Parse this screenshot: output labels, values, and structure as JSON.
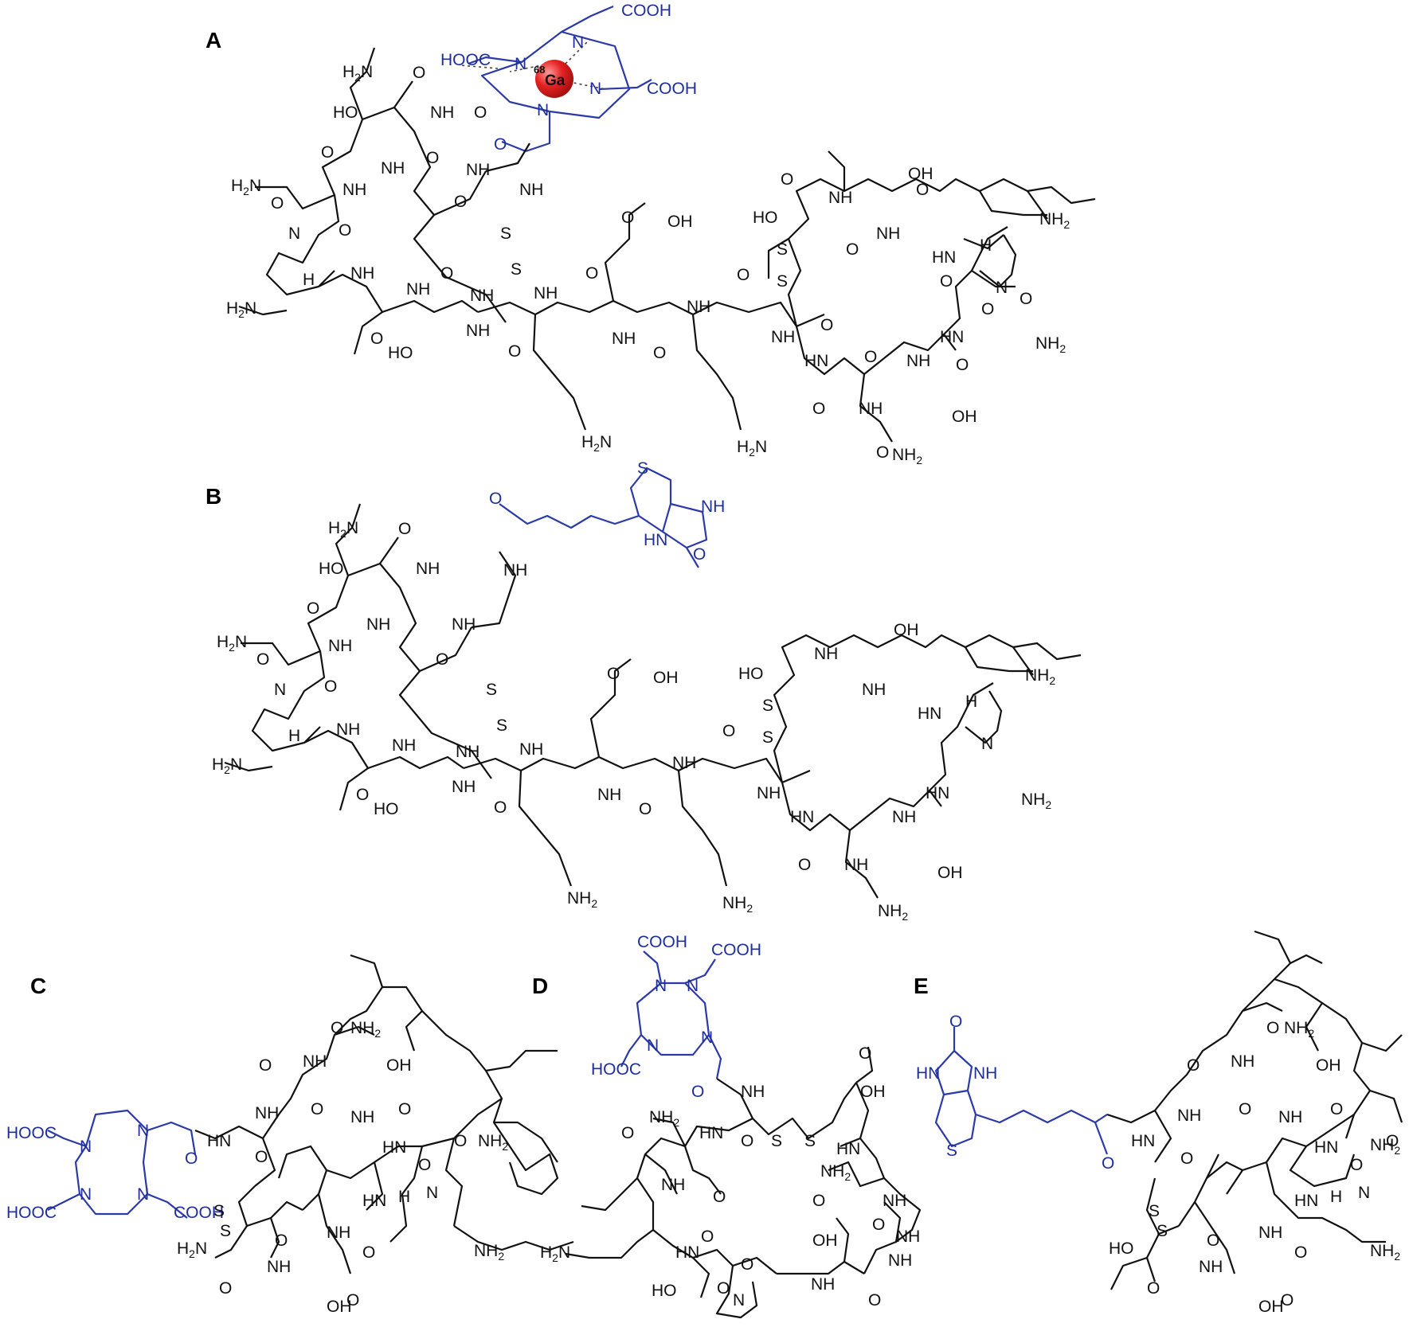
{
  "panels": [
    {
      "label": "A"
    },
    {
      "label": "B"
    },
    {
      "label": "C"
    },
    {
      "label": "D"
    },
    {
      "label": "E"
    }
  ],
  "metal": {
    "isotope": "68",
    "symbol": "Ga",
    "color": "#e52222"
  },
  "colors": {
    "peptide": "#111111",
    "conjugate": "#2b3aa8",
    "label": "#000000"
  },
  "atoms": {
    "cooh": "COOH",
    "hooc": "HOOC",
    "n": "N",
    "nh": "NH",
    "hn": "HN",
    "h2n": "H2N",
    "nh2": "NH2",
    "ho": "HO",
    "oh": "OH",
    "o": "O",
    "s": "S",
    "h": "H"
  }
}
